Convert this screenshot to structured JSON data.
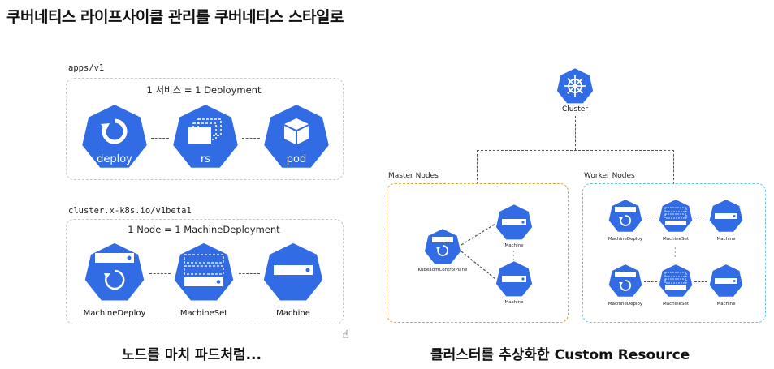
{
  "title": "쿠버네티스 라이프사이클 관리를 쿠버네티스 스타일로",
  "left": {
    "top_group": {
      "api": "apps/v1",
      "equation": "1 서비스 = 1 Deployment",
      "nodes": [
        {
          "icon": "deploy-icon",
          "label": "deploy"
        },
        {
          "icon": "replicaset-icon",
          "label": "rs"
        },
        {
          "icon": "pod-icon",
          "label": "pod"
        }
      ]
    },
    "bottom_group": {
      "api": "cluster.x-k8s.io/v1beta1",
      "equation": "1 Node = 1 MachineDeployment",
      "nodes": [
        {
          "icon": "machine-deployment-icon",
          "label": "MachineDeploy"
        },
        {
          "icon": "machine-set-icon",
          "label": "MachineSet"
        },
        {
          "icon": "machine-icon",
          "label": "Machine"
        }
      ]
    },
    "caption": "노드를 마치 파드처럼..."
  },
  "right": {
    "cluster_label": "Cluster",
    "master": {
      "label": "Master Nodes",
      "control_plane": "KubeadmControlPlane",
      "machines": [
        "Machine",
        "Machine"
      ],
      "border_color": "#e0a640"
    },
    "worker": {
      "label": "Worker Nodes",
      "rows": [
        [
          "MachineDeploy",
          "MachineSet",
          "Machine"
        ],
        [
          "MachineDeploy",
          "MachineSet",
          "Machine"
        ]
      ],
      "border_color": "#6fc2e8"
    },
    "caption": "클러스터를 추상화한 Custom Resource"
  },
  "colors": {
    "k8s_blue": "#326ce5",
    "dash": "#555555"
  }
}
